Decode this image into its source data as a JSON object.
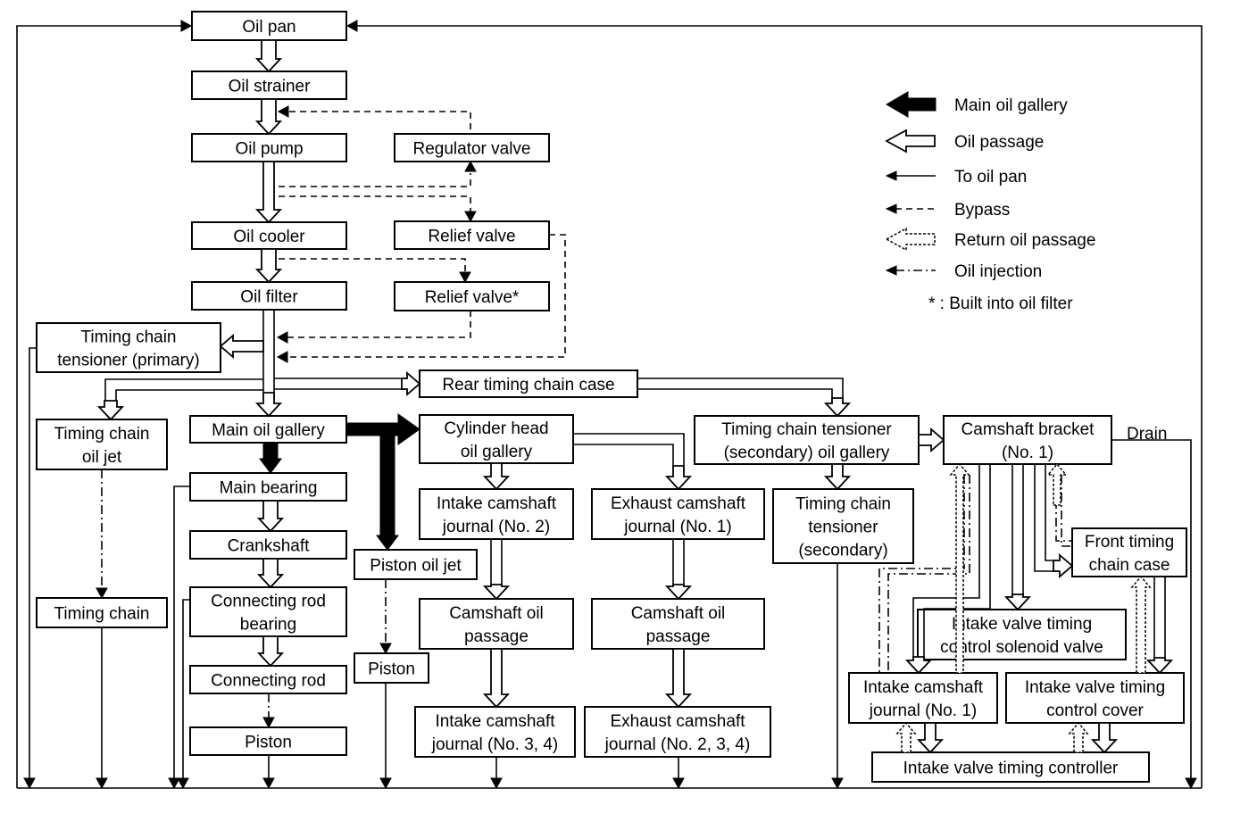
{
  "boxes": {
    "oil_pan": [
      "Oil pan"
    ],
    "oil_strainer": [
      "Oil strainer"
    ],
    "oil_pump": [
      "Oil pump"
    ],
    "regulator_valve": [
      "Regulator valve"
    ],
    "oil_cooler": [
      "Oil cooler"
    ],
    "relief_valve": [
      "Relief valve"
    ],
    "oil_filter": [
      "Oil filter"
    ],
    "relief_valve_filter": [
      "Relief valve*"
    ],
    "tensioner_primary": [
      "Timing chain",
      "tensioner (primary)"
    ],
    "rear_case": [
      "Rear timing chain case"
    ],
    "chain_oil_jet": [
      "Timing chain",
      "oil jet"
    ],
    "main_gallery": [
      "Main oil gallery"
    ],
    "cyl_head_gallery": [
      "Cylinder head",
      "oil gallery"
    ],
    "tensioner_sec_gallery": [
      "Timing chain tensioner",
      "(secondary) oil gallery"
    ],
    "cam_bracket": [
      "Camshaft bracket",
      "(No. 1)"
    ],
    "main_bearing": [
      "Main bearing"
    ],
    "intake_journal_2": [
      "Intake camshaft",
      "journal (No. 2)"
    ],
    "exhaust_journal_1": [
      "Exhaust camshaft",
      "journal (No. 1)"
    ],
    "tensioner_sec": [
      "Timing chain",
      "tensioner",
      "(secondary)"
    ],
    "crankshaft": [
      "Crankshaft"
    ],
    "front_case": [
      "Front timing",
      "chain case"
    ],
    "piston_oil_jet": [
      "Piston oil jet"
    ],
    "conrod_bearing": [
      "Connecting rod",
      "bearing"
    ],
    "timing_chain": [
      "Timing chain"
    ],
    "intake_cam_passage": [
      "Camshaft oil",
      "passage"
    ],
    "exhaust_cam_passage": [
      "Camshaft oil",
      "passage"
    ],
    "ivt_solenoid": [
      "Intake valve timing",
      "control solenoid valve"
    ],
    "piston_small": [
      "Piston"
    ],
    "conrod": [
      "Connecting rod"
    ],
    "intake_journal_1": [
      "Intake camshaft",
      "journal (No. 1)"
    ],
    "ivt_cover": [
      "Intake valve timing",
      "control cover"
    ],
    "intake_journal_34": [
      "Intake camshaft",
      "journal (No. 3, 4)"
    ],
    "exhaust_journal_234": [
      "Exhaust camshaft",
      "journal (No. 2, 3, 4)"
    ],
    "piston": [
      "Piston"
    ],
    "ivt_controller": [
      "Intake valve timing controller"
    ]
  },
  "labels": {
    "drain": "Drain"
  },
  "legend": {
    "main_gallery": "Main oil gallery",
    "oil_passage": "Oil passage",
    "to_oil_pan": "To oil pan",
    "bypass": "Bypass",
    "return_passage": "Return oil passage",
    "oil_injection": "Oil injection",
    "note": "* : Built into oil filter"
  }
}
